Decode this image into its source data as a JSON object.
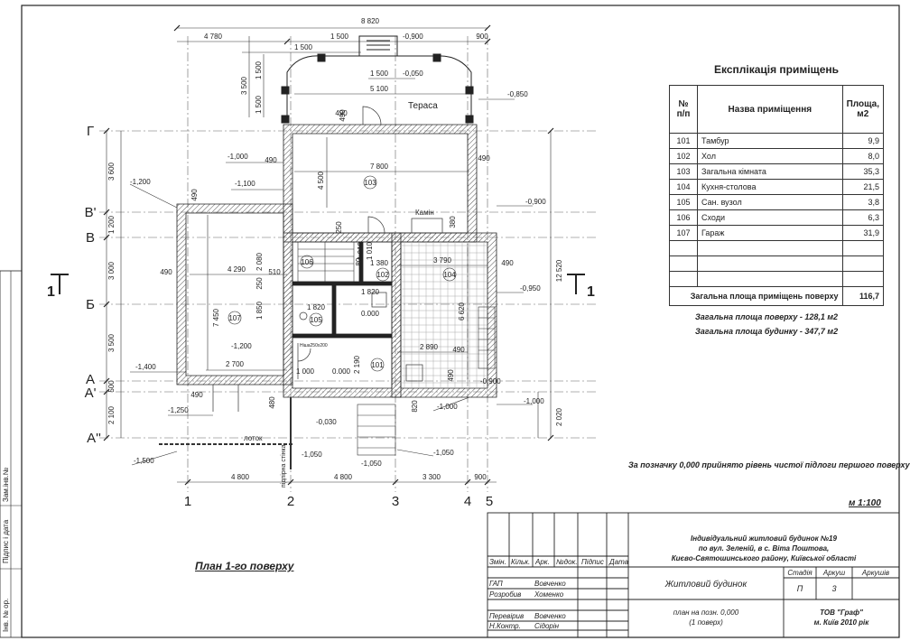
{
  "side_labels": [
    "Зам.інв.№",
    "Підпис і дата",
    "Інв. № ор."
  ],
  "axes": {
    "cols": [
      "1",
      "2",
      "3",
      "4",
      "5"
    ],
    "rows": [
      "Г",
      "В'",
      "В",
      "Б",
      "А",
      "А'",
      "А''"
    ]
  },
  "section_mark": "1",
  "dims": {
    "top_total": "8 820",
    "top_4780": "4 780",
    "top_1500a": "1 500",
    "top_1500b": "1 500",
    "top_1500c": "1 500",
    "top_900": "900",
    "top_5100": "5 100",
    "left_3500": "3 500",
    "left_1500a": "1 500",
    "left_1500b": "1 500",
    "v_3600": "3 600",
    "v_1200": "1 200",
    "v_3000": "3 000",
    "v_3500": "3 500",
    "v_500": "500",
    "v_2100": "2 100",
    "right_12520": "12 520",
    "right_2020": "2 020",
    "bot_4800a": "4 800",
    "bot_4800b": "4 800",
    "bot_3300": "3 300",
    "bot_900": "900",
    "r7800": "7 800",
    "r4500": "4 500",
    "r4290": "4 290",
    "r7450": "7 450",
    "r2700": "2 700",
    "r3790": "3 790",
    "r6620": "6 620",
    "r2890": "2 890",
    "r2080": "2 080",
    "r1850": "1 850",
    "r1820a": "1 820",
    "r1820b": "1 820",
    "r1380": "1 380",
    "r1010a": "1 010",
    "r1010b": "1 010",
    "r1000": "1 000",
    "r2190": "2 190",
    "w490": "490",
    "w510": "510",
    "w250": "250",
    "w380": "380",
    "w480": "480",
    "w820": "820",
    "w80": "80"
  },
  "levels": {
    "l_0900_top": "-0,900",
    "l_0050": "-0,050",
    "l_0850": "-0,850",
    "l_1000a": "-1,000",
    "l_1100": "-1,100",
    "l_1200a": "-1,200",
    "l_0900r": "-0,900",
    "l_0950": "-0,950",
    "l_1200b": "-1,200",
    "l_1400": "-1,400",
    "l_1250": "-1,250",
    "l_1500": "-1,500",
    "l_0030": "-0,030",
    "l_1050a": "-1,050",
    "l_1050b": "-1,050",
    "l_1050c": "-1,050",
    "l_0900b": "-0,900",
    "l_1000b": "-1,000",
    "l_1000c": "-1,000",
    "l_0000a": "0.000",
    "l_0000b": "0.000"
  },
  "rooms": {
    "r101": "101",
    "r102": "102",
    "r103": "103",
    "r104": "104",
    "r105": "105",
    "r106": "106",
    "r107": "107"
  },
  "plan_labels": {
    "terrace": "Тераса",
    "fireplace": "Камін",
    "gutter": "лоток",
    "retaining_wall": "підпірна стінка",
    "niche": "Ніша250х200"
  },
  "explication": {
    "title": "Експлікація приміщень",
    "headers": {
      "num": "№ п/п",
      "name": "Назва приміщення",
      "area": "Площа, м2"
    },
    "rows": [
      {
        "num": "101",
        "name": "Тамбур",
        "area": "9,9"
      },
      {
        "num": "102",
        "name": "Хол",
        "area": "8,0"
      },
      {
        "num": "103",
        "name": "Загальна кімната",
        "area": "35,3"
      },
      {
        "num": "104",
        "name": "Кухня-столова",
        "area": "21,5"
      },
      {
        "num": "105",
        "name": "Сан. вузол",
        "area": "3,8"
      },
      {
        "num": "106",
        "name": "Сходи",
        "area": "6,3"
      },
      {
        "num": "107",
        "name": "Гараж",
        "area": "31,9"
      }
    ],
    "total_label": "Загальна площа приміщень поверху",
    "total_value": "116,7"
  },
  "notes": {
    "floor_area": "Загальна площа поверху - 128,1 м2",
    "house_area": "Загальна площа будинку - 347,7 м2",
    "zero_note": "За позначку 0,000 прийнято рівень чистої підлоги першого поверху",
    "scale": "м 1:100",
    "plan_title": "План 1-го поверху"
  },
  "title_block": {
    "project_line1": "Індивідуальний житловий будинок №19",
    "project_line2": "по вул. Зеленій, в с. Віта Поштова,",
    "project_line3": "Києво-Святошинського району, Київської області",
    "col_headers": [
      "Змін.",
      "Кільк.",
      "Арк.",
      "№док.",
      "Підпис",
      "Дата"
    ],
    "roles": [
      "ГАП",
      "Розробив",
      "",
      "Перевірив",
      "Н.Контр."
    ],
    "names": [
      "Вовченко",
      "Хоменко",
      "",
      "Вовченко",
      "Сідорін"
    ],
    "building": "Житловий будинок",
    "stage_h": "Стадія",
    "sheet_h": "Аркуш",
    "sheets_h": "Аркушів",
    "stage": "П",
    "sheet": "3",
    "sheets": "",
    "drawing_line1": "план на позн. 0,000",
    "drawing_line2": "(1 поверх)",
    "company_line1": "ТОВ \"Граф\"",
    "company_line2": "м. Київ  2010 рік"
  }
}
